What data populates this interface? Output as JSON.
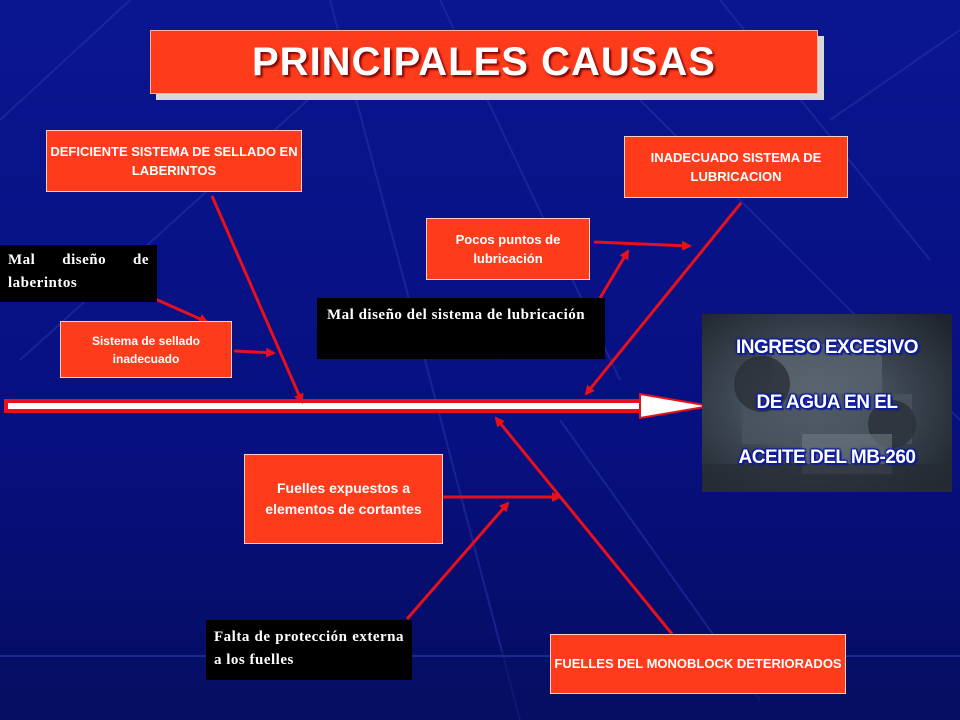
{
  "title": "PRINCIPALES CAUSAS",
  "effect": {
    "lines": [
      "INGRESO EXCESIVO",
      "DE AGUA EN EL",
      "ACEITE DEL MB-260"
    ]
  },
  "causes": {
    "sellado": {
      "label": "DEFICIENTE SISTEMA DE SELLADO EN LABERINTOS",
      "sub_cause": "Sistema de sellado inadecuado",
      "root_cause": "Mal diseño de laberintos"
    },
    "lubricacion": {
      "label": "INADECUADO SISTEMA DE LUBRICACION",
      "sub_cause": "Pocos puntos de lubricación",
      "root_cause": "Mal diseño del sistema de lubricación"
    },
    "fuelles": {
      "label": "FUELLES DEL MONOBLOCK DETERIORADOS",
      "sub_cause": "Fuelles expuestos a elementos de cortantes",
      "root_cause": "Falta de protección externa a los fuelles"
    }
  },
  "colors": {
    "background": "#07107a",
    "box_red": "#fe3c1c",
    "arrow_red": "#e8101a",
    "text_dark_box": "#000000"
  }
}
